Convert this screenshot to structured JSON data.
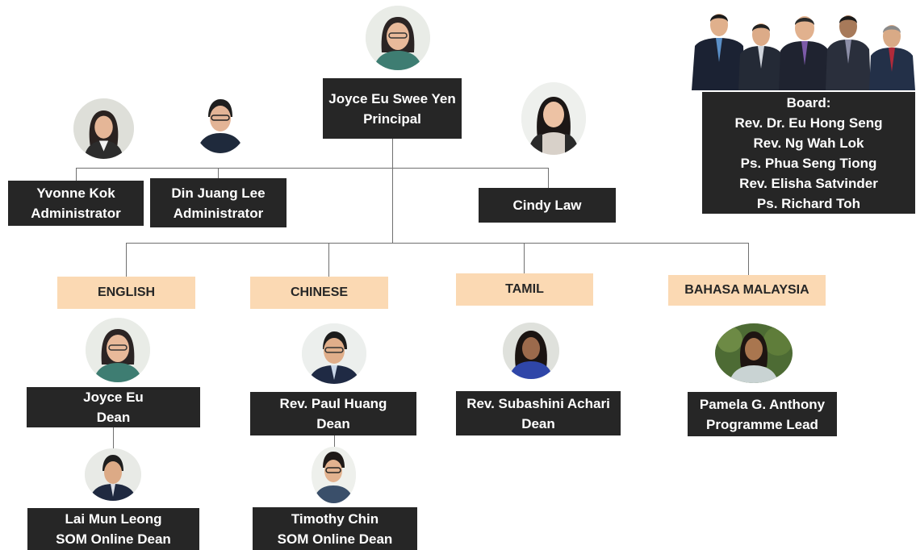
{
  "principal": {
    "name": "Joyce Eu Swee Yen",
    "title": "Principal"
  },
  "staff": [
    {
      "name": "Yvonne Kok",
      "title": "Administrator"
    },
    {
      "name": "Din Juang Lee",
      "title": "Administrator"
    },
    {
      "name": "Cindy Law"
    }
  ],
  "board": {
    "heading": "Board:",
    "members": [
      "Rev. Dr. Eu Hong Seng",
      "Rev. Ng Wah Lok",
      "Ps. Phua Seng Tiong",
      "Rev. Elisha Satvinder",
      "Ps. Richard Toh"
    ]
  },
  "departments": [
    {
      "label": "ENGLISH",
      "lead": {
        "name": "Joyce Eu",
        "title": "Dean"
      },
      "online": {
        "name": "Lai Mun Leong",
        "title": "SOM Online Dean"
      }
    },
    {
      "label": "CHINESE",
      "lead": {
        "name": "Rev. Paul Huang",
        "title": "Dean"
      },
      "online": {
        "name": "Timothy Chin",
        "title": "SOM Online Dean"
      }
    },
    {
      "label": "TAMIL",
      "lead": {
        "name": "Rev. Subashini Achari",
        "title": "Dean"
      }
    },
    {
      "label": "BAHASA MALAYSIA",
      "lead": {
        "name": "Pamela G. Anthony",
        "title": "Programme Lead"
      }
    }
  ],
  "colors": {
    "box": "#262626",
    "box_text": "#ffffff",
    "language_label": "#fbd9b3",
    "connector": "#707070"
  }
}
